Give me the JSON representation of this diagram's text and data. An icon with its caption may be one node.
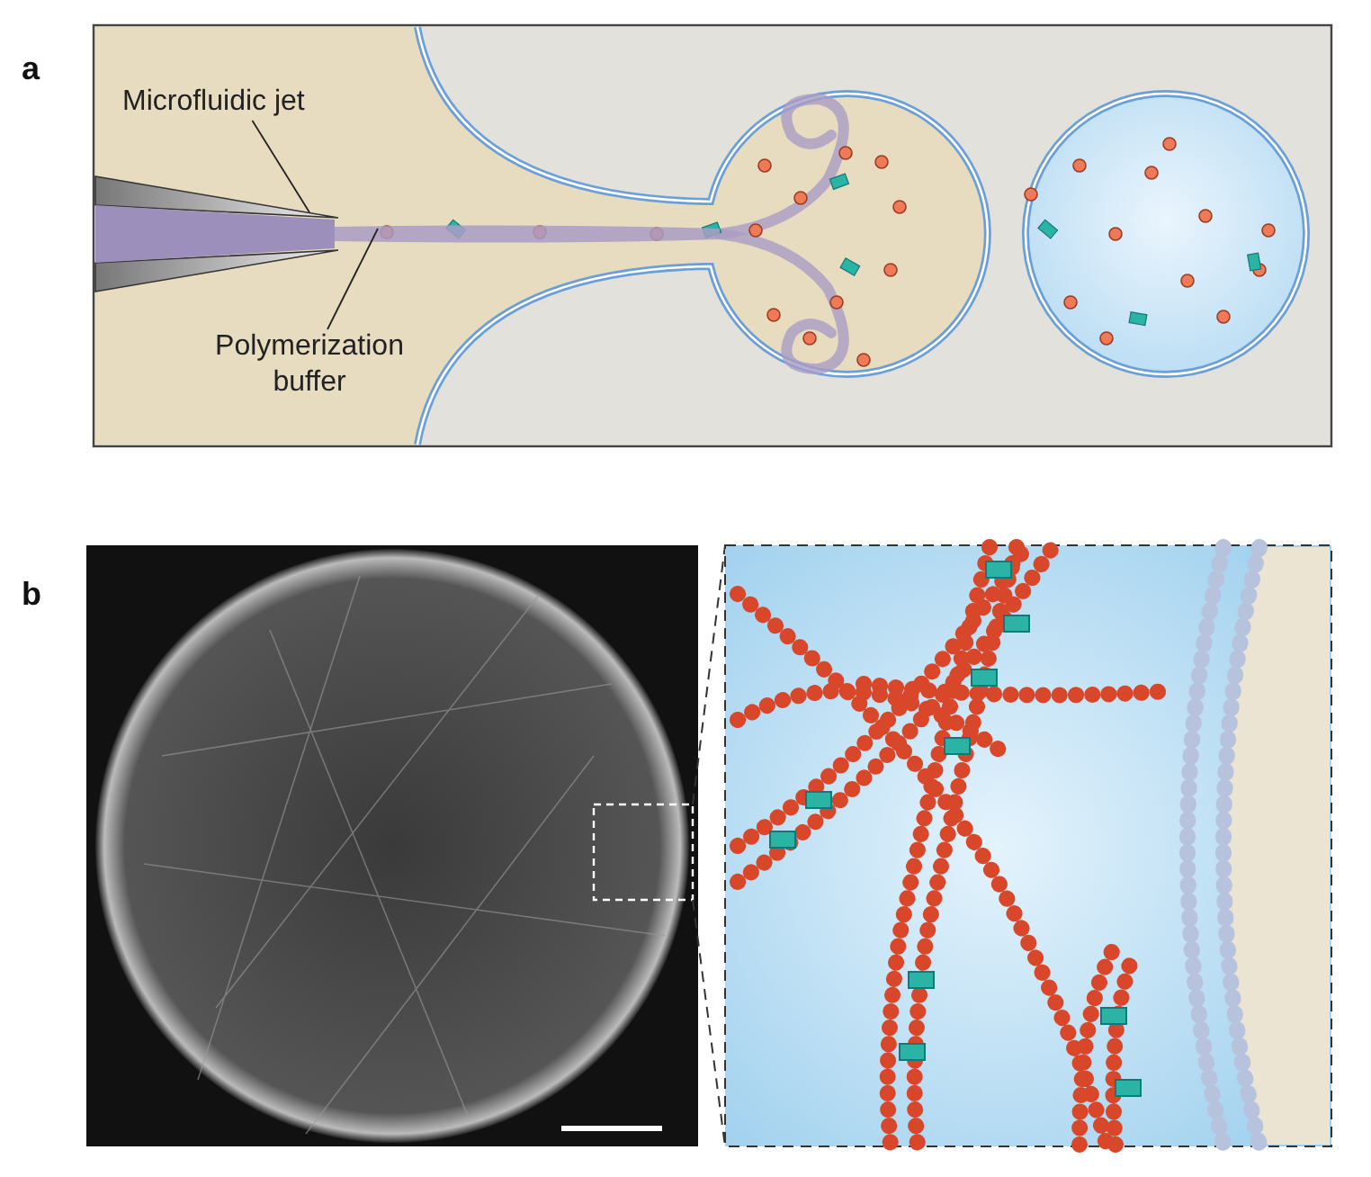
{
  "diagram": {
    "nodes": [
      {
        "text": [
          "Microfluidic jet"
        ]
      },
      {
        "text": [],
        "shape": "picture"
      },
      {
        "text": [
          "Polymerization buffer"
        ]
      },
      {
        "text": [],
        "shape": "picture"
      }
    ],
    "edges": [
      {
        "from": 0,
        "to": 1,
        "arrow": "none"
      },
      {
        "from": 2,
        "to": 3,
        "arrow": "none"
      }
    ],
    "labels": [
      "a",
      "b"
    ]
  }
}
